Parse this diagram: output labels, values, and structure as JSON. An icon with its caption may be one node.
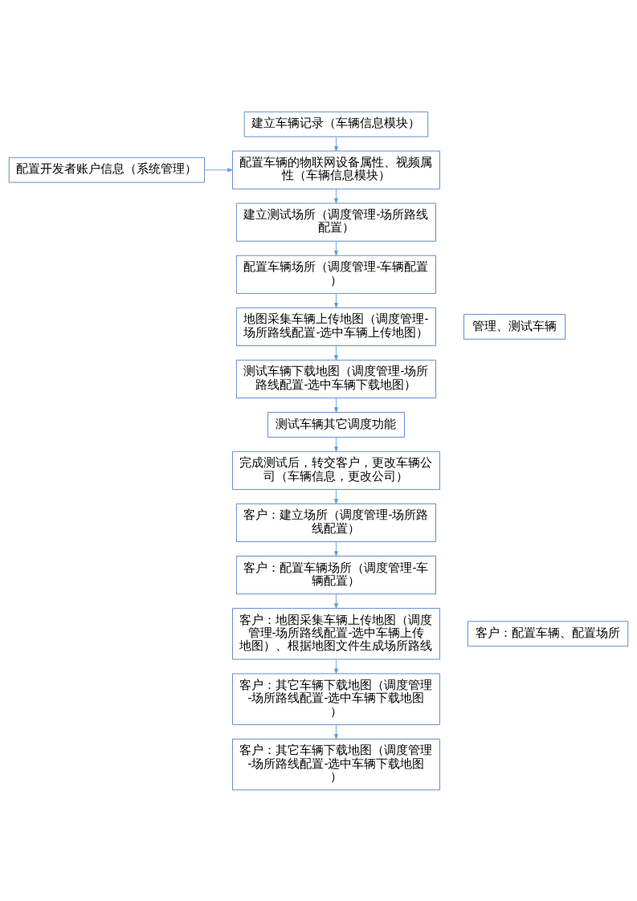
{
  "diagram": {
    "nodes": [
      {
        "text": [
          "建立车辆记录（车辆信息模块）"
        ]
      },
      {
        "text": [
          "配置开发者账户信息（系统管理）"
        ]
      },
      {
        "text": [
          "配置车辆的物联网设备属性、视频属性（车辆信息模块）"
        ]
      },
      {
        "text": [
          "建立测试场所（调度管理-场所路线配置）"
        ]
      },
      {
        "text": [
          "配置车辆场所（调度管理-车辆配置）"
        ]
      },
      {
        "text": [
          "地图采集车辆上传地图（调度管理-场所路线配置-选中车辆上传地图）"
        ]
      },
      {
        "text": [
          "管理、测试车辆"
        ]
      },
      {
        "text": [
          "测试车辆下载地图（调度管理-场所路线配置-选中车辆下载地图）"
        ]
      },
      {
        "text": [
          "测试车辆其它调度功能"
        ]
      },
      {
        "text": [
          "完成测试后，转交客户，更改车辆公司（车辆信息，更改公司）"
        ]
      },
      {
        "text": [
          "客户：建立场所（调度管理-场所路线配置）"
        ]
      },
      {
        "text": [
          "客户：配置车辆场所（调度管理-车辆配置）"
        ]
      },
      {
        "text": [
          "客户：地图采集车辆上传地图（调度管理-场所路线配置-选中车辆上传地图）、根据地图文件生成场所路线"
        ]
      },
      {
        "text": [
          "客户：配置车辆、配置场所"
        ]
      },
      {
        "text": [
          "客户：其它车辆下载地图（调度管理-场所路线配置-选中车辆下载地图）"
        ]
      },
      {
        "text": [
          "客户：其它车辆下载地图（调度管理-场所路线配置-选中车辆下载地图）"
        ]
      }
    ],
    "edges": [
      {
        "from": 0,
        "to": 2,
        "arrow": "to"
      },
      {
        "from": 1,
        "to": 2,
        "arrow": "to"
      },
      {
        "from": 2,
        "to": 3,
        "arrow": "to"
      },
      {
        "from": 3,
        "to": 4,
        "arrow": "to"
      },
      {
        "from": 4,
        "to": 5,
        "arrow": "to"
      },
      {
        "from": 5,
        "to": 7,
        "arrow": "to"
      },
      {
        "from": 7,
        "to": 8,
        "arrow": "to"
      },
      {
        "from": 8,
        "to": 9,
        "arrow": "to"
      },
      {
        "from": 9,
        "to": 10,
        "arrow": "to"
      },
      {
        "from": 10,
        "to": 11,
        "arrow": "to"
      },
      {
        "from": 11,
        "to": 12,
        "arrow": "to"
      },
      {
        "from": 12,
        "to": 14,
        "arrow": "to"
      },
      {
        "from": 14,
        "to": 15,
        "arrow": "to"
      }
    ]
  }
}
